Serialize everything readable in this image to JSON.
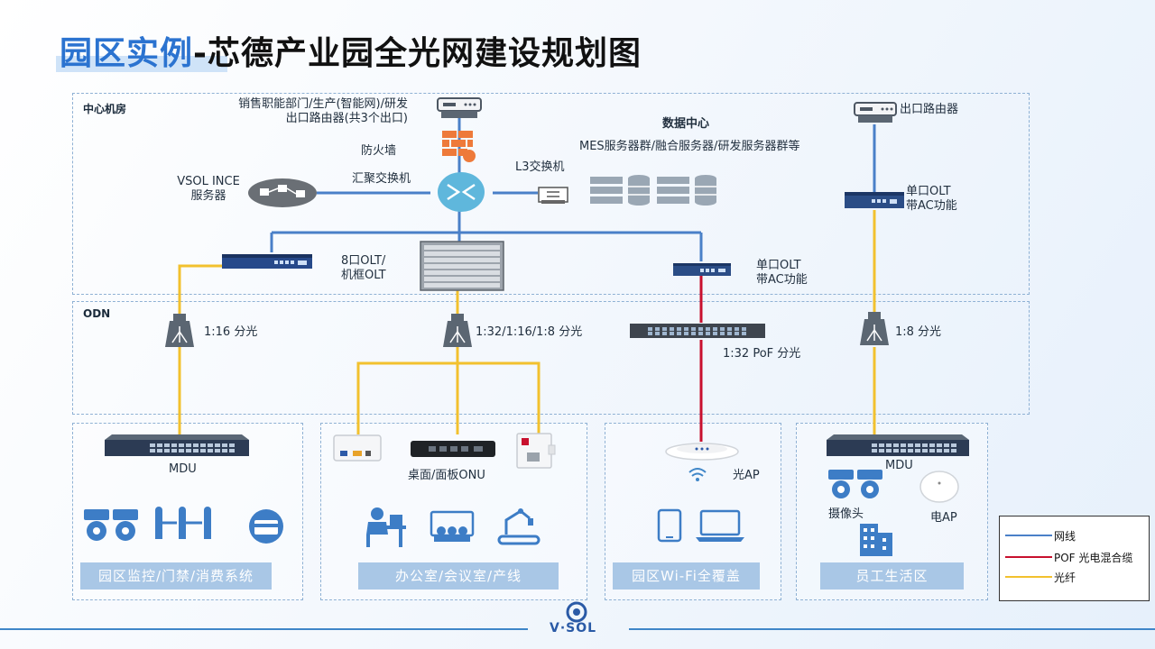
{
  "title": {
    "highlight": "园区实例",
    "rest": "-芯德产业园全光网建设规划图"
  },
  "zones": {
    "center": "中心机房",
    "odn": "ODN"
  },
  "labels": {
    "router_left": "销售职能部门/生产(智能网)/研发\n出口路由器(共3个出口)",
    "firewall": "防火墙",
    "agg_switch": "汇聚交换机",
    "vsol_server": "VSOL INCE\n服务器",
    "l3_switch": "L3交换机",
    "dc_title": "数据中心",
    "dc_desc": "MES服务器群/融合服务器/研发服务器群等",
    "router_right": "出口路由器",
    "olt_right_top": "单口OLT\n带AC功能",
    "olt_8port": "8口OLT/\n机框OLT",
    "olt_mid": "单口OLT\n带AC功能",
    "split_1": "1:16 分光",
    "split_2": "1:32/1:16/1:8 分光",
    "split_3": "1:32 PoF 分光",
    "split_4": "1:8 分光",
    "mdu_1": "MDU",
    "onu": "桌面/面板ONU",
    "ap": "光AP",
    "mdu_4": "MDU",
    "camera": "摄像头",
    "eap": "电AP"
  },
  "banners": {
    "p1": "园区监控/门禁/消费系统",
    "p2": "办公室/会议室/产线",
    "p3": "园区Wi-Fi全覆盖",
    "p4": "员工生活区"
  },
  "legend": {
    "net": "网线",
    "pof": "POF 光电混合缆",
    "fiber": "光纤"
  },
  "colors": {
    "net": "#4a80c8",
    "pof": "#c8102e",
    "fiber": "#f2c12e",
    "accent": "#2b73d0"
  },
  "logo": "V·SOL"
}
